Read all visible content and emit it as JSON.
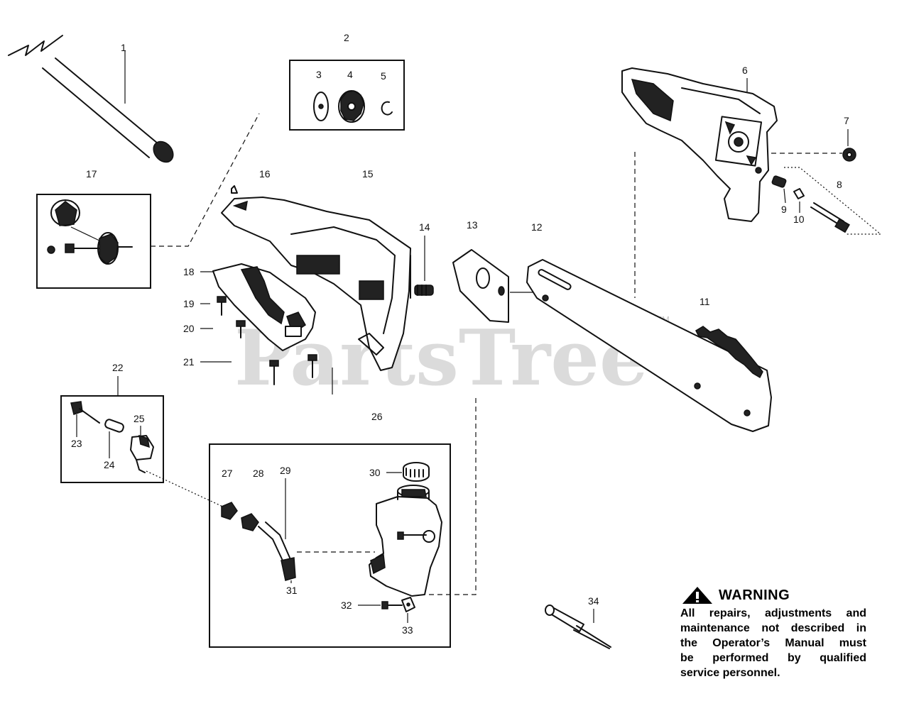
{
  "watermark": {
    "text": "PartsTree",
    "trademark": "TM"
  },
  "callouts": {
    "c1": "1",
    "c2": "2",
    "c3": "3",
    "c4": "4",
    "c5": "5",
    "c6": "6",
    "c7": "7",
    "c8": "8",
    "c9": "9",
    "c10": "10",
    "c11": "11",
    "c12": "12",
    "c13": "13",
    "c14": "14",
    "c15": "15",
    "c16": "16",
    "c17": "17",
    "c18": "18",
    "c19": "19",
    "c20": "20",
    "c21": "21",
    "c22": "22",
    "c23": "23",
    "c24": "24",
    "c25": "25",
    "c26": "26",
    "c27": "27",
    "c28": "28",
    "c29": "29",
    "c30": "30",
    "c31": "31",
    "c32": "32",
    "c33": "33",
    "c34": "34"
  },
  "warning": {
    "title": "WARNING",
    "lines": [
      "All repairs, adjustments and",
      "maintenance not described in",
      "the Operator’s Manual must",
      "be performed by qualified",
      "service personnel."
    ]
  }
}
